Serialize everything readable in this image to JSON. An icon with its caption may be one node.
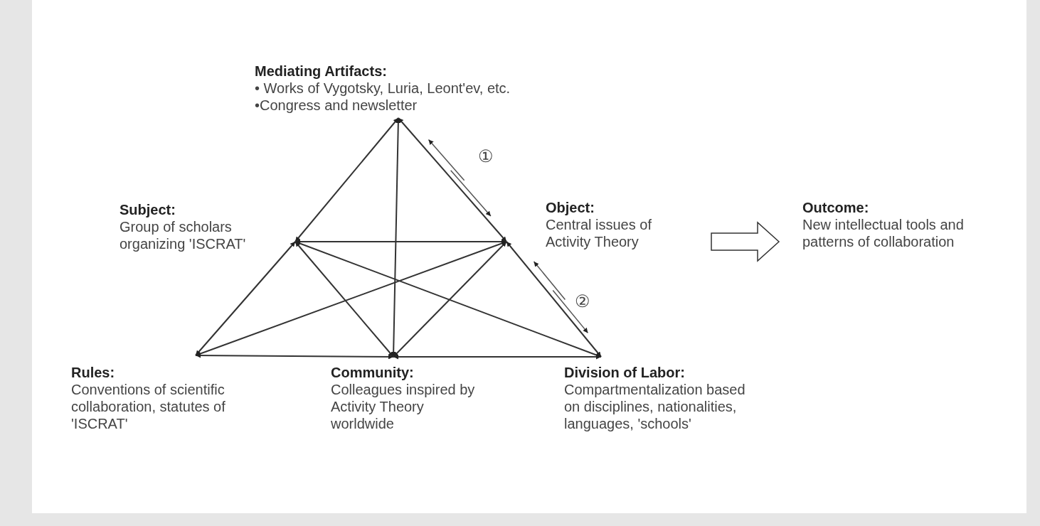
{
  "diagram": {
    "nodes": [
      {
        "text": [
          "Mediating Artifacts:",
          "• Works of Vygotsky, Luria, Leont'ev, etc.",
          "•Congress and newsletter"
        ]
      },
      {
        "text": [
          "Subject:",
          "Group of scholars organizing 'ISCRAT'"
        ]
      },
      {
        "text": [
          "Object:",
          "Central issues of Activity Theory"
        ]
      },
      {
        "text": [
          "Outcome:",
          "New intellectual tools and patterns of collaboration"
        ]
      },
      {
        "text": [
          "Rules:",
          "Conventions of scientific collaboration, statutes of 'ISCRAT'"
        ]
      },
      {
        "text": [
          "Community:",
          "Colleagues inspired by Activity Theory worldwide"
        ]
      },
      {
        "text": [
          "Division of Labor:",
          "Compartmentalization based on disciplines, nationalities, languages, 'schools'"
        ]
      }
    ],
    "edges": [
      {
        "from": 0,
        "to": 1,
        "arrow": "both"
      },
      {
        "from": 0,
        "to": 2,
        "arrow": "both"
      },
      {
        "from": 0,
        "to": 5,
        "arrow": "both"
      },
      {
        "from": 1,
        "to": 2,
        "arrow": "both"
      },
      {
        "from": 1,
        "to": 4,
        "arrow": "both"
      },
      {
        "from": 1,
        "to": 5,
        "arrow": "both"
      },
      {
        "from": 1,
        "to": 6,
        "arrow": "both"
      },
      {
        "from": 2,
        "to": 4,
        "arrow": "both"
      },
      {
        "from": 2,
        "to": 5,
        "arrow": "both"
      },
      {
        "from": 2,
        "to": 6,
        "arrow": "both"
      },
      {
        "from": 4,
        "to": 5,
        "arrow": "both"
      },
      {
        "from": 5,
        "to": 6,
        "arrow": "both"
      },
      {
        "from": 2,
        "to": 3,
        "arrow": "to",
        "style": "thick"
      }
    ],
    "labels": [
      "①",
      "②"
    ]
  }
}
